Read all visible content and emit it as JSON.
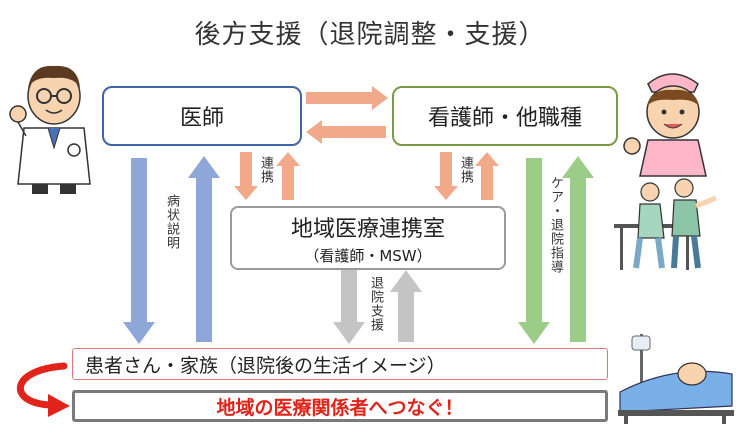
{
  "title": "後方支援（退院調整・支援）",
  "nodes": {
    "doctor": "医師",
    "nurse": "看護師・他職種",
    "office": "地域医療連携室",
    "office_sub": "（看護師・MSW）",
    "patient": "患者さん・家族（退院後の生活イメージ）",
    "connect": "地域の医療関係者へつなぐ！"
  },
  "labels": {
    "renkei_left": "連携",
    "renkei_right": "連携",
    "byojo": "病状説明",
    "taiin_shien": "退院支援",
    "care_taiin": "ケア・退院指導"
  },
  "icons": {
    "doctor": "doctor-illustration-icon",
    "nurse": "nurse-illustration-icon",
    "rehab": "walking-rehab-illustration-icon",
    "bed": "patient-in-bed-illustration-icon"
  },
  "colors": {
    "blue_border": "#3f64a8",
    "green_border": "#7a9a4a",
    "orange_arrow": "#f2a98a",
    "blue_arrow": "#8fa7d8",
    "green_arrow": "#9ccd88",
    "gray_arrow": "#c4c4c4",
    "red": "#e0241b"
  }
}
